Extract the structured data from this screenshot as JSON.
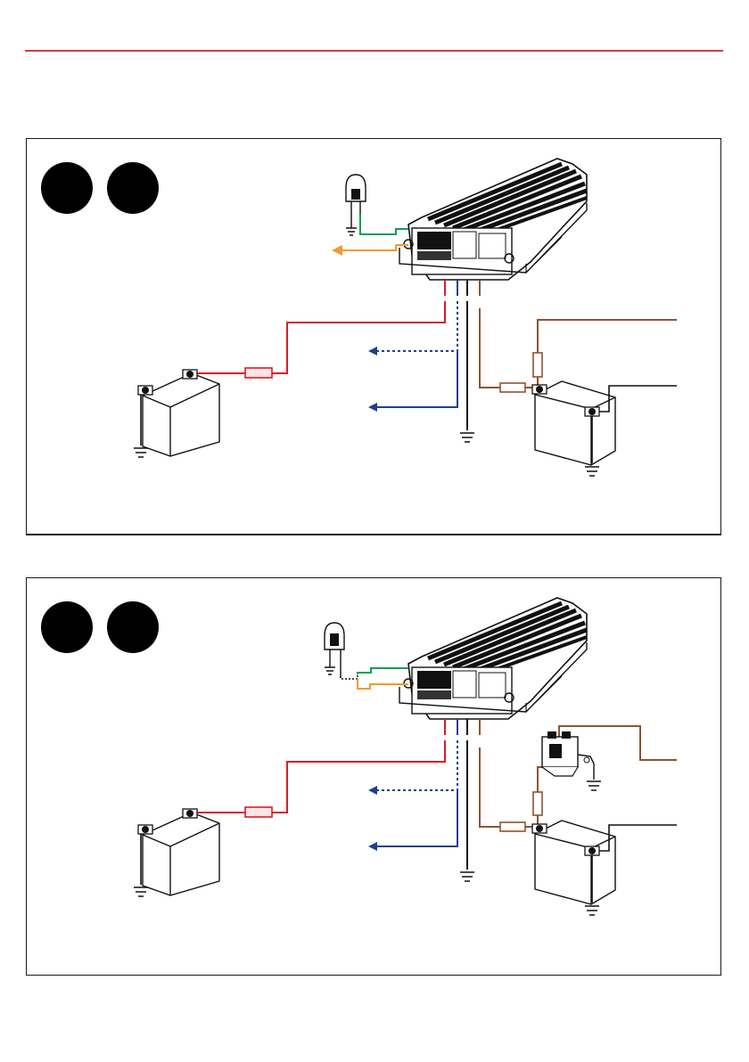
{
  "colors": {
    "accent_rule": "#d93a3a",
    "wire_red": "#d81f26",
    "wire_blue": "#1c3f95",
    "wire_black": "#111111",
    "wire_brown": "#8a5531",
    "wire_green": "#0a9e57",
    "wire_orange": "#f39a2c",
    "fuse_pink": "#fde4e7"
  },
  "icons": {
    "charger": "battery-charger-unit-icon",
    "service_battery": "service-battery-icon",
    "start_battery": "start-battery-icon",
    "ground": "ground-symbol-icon",
    "fuse": "inline-fuse-icon",
    "lamp": "indicator-lamp-icon",
    "isolator": "isolator-relay-icon"
  },
  "diagrams": [
    {
      "id": "diagram-1",
      "badges": [
        "",
        ""
      ],
      "variant": "standard"
    },
    {
      "id": "diagram-2",
      "badges": [
        "",
        ""
      ],
      "variant": "with-isolator"
    }
  ]
}
